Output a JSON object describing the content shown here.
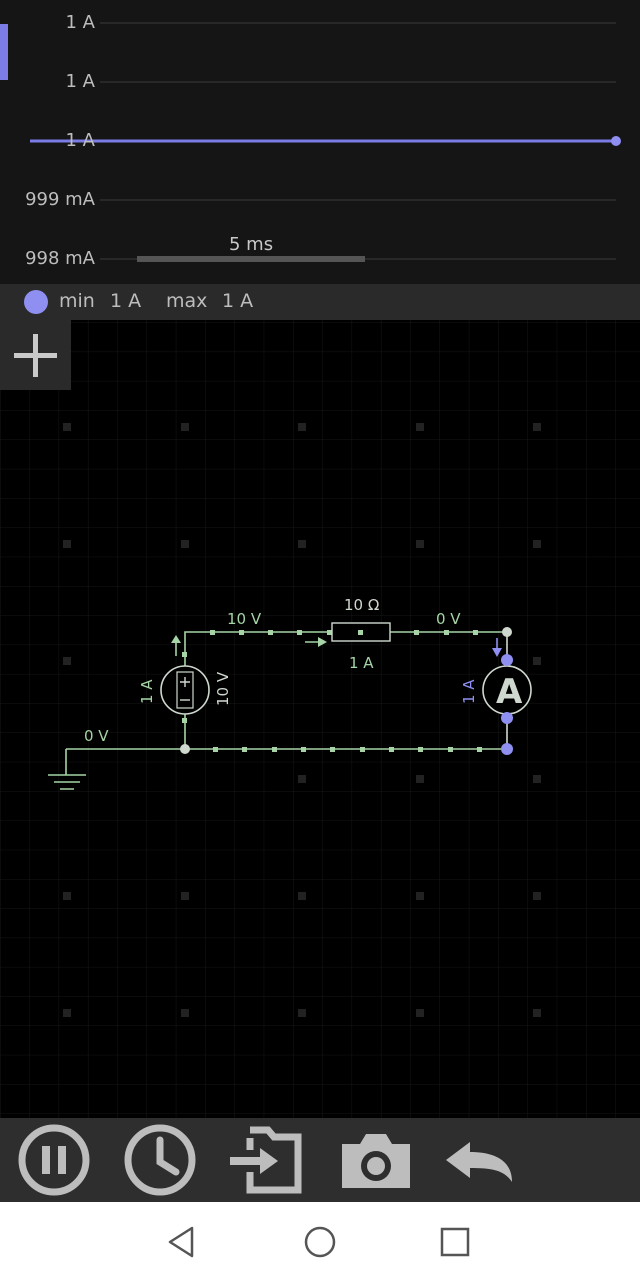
{
  "scope": {
    "y_labels": [
      "1 A",
      "1 A",
      "1 A",
      "999 mA",
      "998 mA"
    ],
    "timebar_label": "5 ms",
    "trace_color": "#7c7ce6"
  },
  "legend": {
    "min_label": "min",
    "min_value": "1 A",
    "max_label": "max",
    "max_value": "1 A"
  },
  "circuit": {
    "source_top_voltage": "10 V",
    "right_top_voltage": "0 V",
    "resistor_value": "10 Ω",
    "resistor_current": "1 A",
    "source_current": "1 A",
    "source_label": "10 V",
    "ammeter_current": "1 A",
    "ammeter_symbol": "A",
    "ground_voltage": "0 V",
    "wire_color": "#a6d4a6",
    "meter_color": "#8f8ff2"
  },
  "toolbar": {
    "buttons": [
      "pause-icon",
      "clock-icon",
      "export-icon",
      "camera-icon",
      "undo-icon"
    ]
  },
  "navigation": {
    "buttons": [
      "back-icon",
      "home-icon",
      "recents-icon"
    ]
  }
}
